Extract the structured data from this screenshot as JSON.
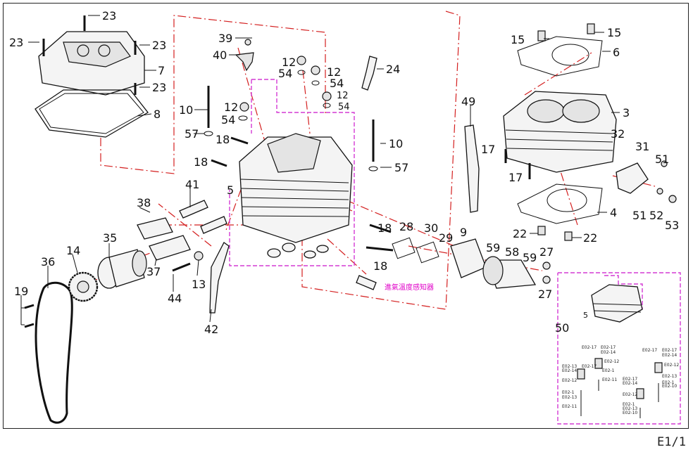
{
  "page": {
    "id": "E1/1"
  },
  "colors": {
    "leader_red": "#d42020",
    "group_magenta": "#d43ad4",
    "ink": "#111111"
  },
  "labels": {
    "c23a": "23",
    "c23b": "23",
    "c23c": "23",
    "c23d": "23",
    "c7": "7",
    "c8": "8",
    "c39": "39",
    "c40": "40",
    "c12a": "12",
    "c12b": "12",
    "c12c": "12",
    "c12d": "12",
    "c54a": "54",
    "c54b": "54",
    "c54c": "54",
    "c54d": "54",
    "c24": "24",
    "c10a": "10",
    "c10b": "10",
    "c57a": "57",
    "c57b": "57",
    "c18a": "18",
    "c18b": "18",
    "c18c": "18",
    "c18d": "18",
    "c5": "5",
    "c41": "41",
    "c38": "38",
    "c35": "35",
    "c14": "14",
    "c36": "36",
    "c19": "19",
    "c37": "37",
    "c44": "44",
    "c13": "13",
    "c42": "42",
    "c28": "28",
    "c30": "30",
    "c29": "29",
    "c9": "9",
    "c59a": "59",
    "c58": "58",
    "c59b": "59",
    "c27a": "27",
    "c27b": "27",
    "c49": "49",
    "c15a": "15",
    "c15b": "15",
    "c6": "6",
    "c3": "3",
    "c17a": "17",
    "c17b": "17",
    "c32": "32",
    "c31": "31",
    "c51a": "51",
    "c51b": "51",
    "c52": "52",
    "c53": "53",
    "c4": "4",
    "c22a": "22",
    "c22b": "22",
    "c50": "50",
    "c5b": "5",
    "sensor_cn": "進氣溫度感知器"
  },
  "inset_codes": [
    "E02-17",
    "E02-17",
    "E02-14",
    "E02-12",
    "E02-13",
    "E02-17",
    "E02-14",
    "E02-1",
    "E02-11",
    "E02-12",
    "E02-1",
    "E02-13",
    "E02-11",
    "E02-17",
    "E02-17",
    "E02-14",
    "E02-12",
    "E02-13",
    "E02-17",
    "E02-14",
    "E02-1",
    "E02-10",
    "E02-12",
    "E02-1",
    "E02-13",
    "E02-10"
  ]
}
